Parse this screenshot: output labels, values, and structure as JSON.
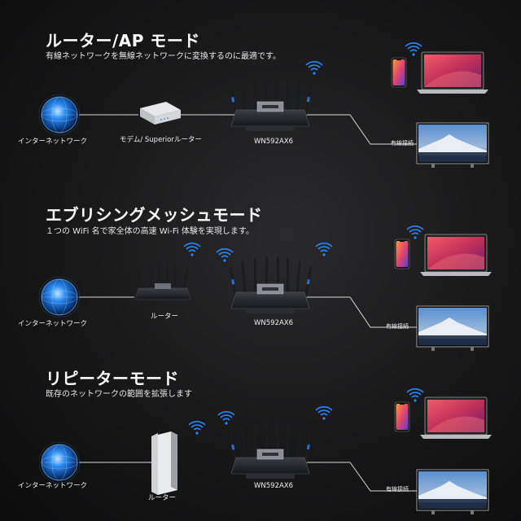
{
  "sections": [
    {
      "title": "ルーター/AP モード",
      "description": "有線ネットワークを無線ネットワークに変換するのに最適です。",
      "internet_label": "インターネットワーク",
      "device_label": "モデム/ Superiorルーター",
      "router_label": "WN592AX6",
      "wired_label": "有線接続"
    },
    {
      "title": "エブリシングメッシュモード",
      "description": "１つの WiFi 名で家全体の高速 Wi-Fi 体験を実現します。",
      "internet_label": "インターネットワーク",
      "device_label": "ルーター",
      "router_label": "WN592AX6",
      "wired_label": "有線接続"
    },
    {
      "title": "リピーターモード",
      "description": "既存のネットワークの範囲を拡張します",
      "internet_label": "インターネットワーク",
      "device_label": "ルーター",
      "router_label": "WN592AX6",
      "wired_label": "有線接続"
    }
  ],
  "colors": {
    "globe": "#1f7fe0",
    "wifi": "#2a86ff",
    "line": "#d8d8d8",
    "laptop_screen": "#c8345a",
    "tv_sky": "#3b6fb0"
  }
}
